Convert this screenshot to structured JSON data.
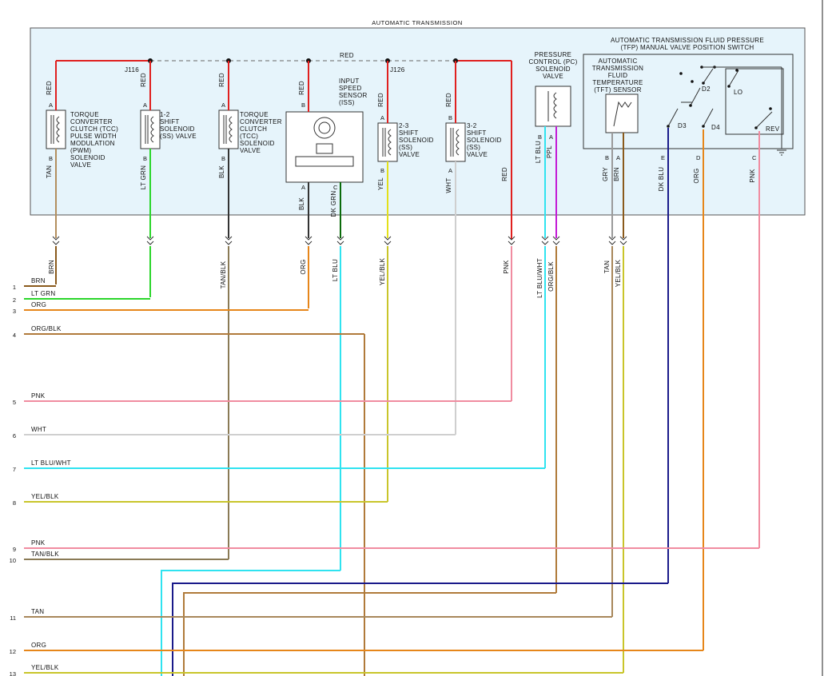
{
  "module_title": "AUTOMATIC TRANSMISSION",
  "bus": {
    "label": "RED",
    "splice_left": "J116",
    "splice_right": "J126"
  },
  "components": {
    "tcc_pwm": [
      "TORQUE",
      "CONVERTER",
      "CLUTCH (TCC)",
      "PULSE WIDTH",
      "MODULATION",
      "(PWM)",
      "SOLENOID",
      "VALVE"
    ],
    "ss12": [
      "1-2",
      "SHIFT",
      "SOLENOID",
      "(SS) VALVE"
    ],
    "tcc": [
      "TORQUE",
      "CONVERTER",
      "CLUTCH",
      "(TCC)",
      "SOLENOID",
      "VALVE"
    ],
    "iss": [
      "INPUT",
      "SPEED",
      "SENSOR",
      "(ISS)"
    ],
    "ss23": [
      "2-3",
      "SHIFT",
      "SOLENOID",
      "(SS)",
      "VALVE"
    ],
    "ss32": [
      "3-2",
      "SHIFT",
      "SOLENOID",
      "(SS)",
      "VALVE"
    ],
    "pc": [
      "PRESSURE",
      "CONTROL (PC)",
      "SOLENOID",
      "VALVE"
    ],
    "tfp": [
      "AUTOMATIC TRANSMISSION FLUID PRESSURE",
      "(TFP) MANUAL VALVE POSITION SWITCH"
    ],
    "tft": [
      "AUTOMATIC",
      "TRANSMISSION",
      "FLUID",
      "TEMPERATURE",
      "(TFT) SENSOR"
    ],
    "switch_labels": [
      "D2",
      "LO",
      "D3",
      "D4",
      "REV"
    ]
  },
  "internal_wires": [
    {
      "color": "RED",
      "hex": "#e0201f",
      "pin": "A"
    },
    {
      "color": "TAN",
      "hex": "#b38f5e",
      "pin": "B"
    },
    {
      "color": "RED",
      "hex": "#e0201f",
      "pin": "A"
    },
    {
      "color": "LT GRN",
      "hex": "#2bd62b",
      "pin": "B"
    },
    {
      "color": "RED",
      "hex": "#e0201f",
      "pin": "A"
    },
    {
      "color": "BLK",
      "hex": "#333333",
      "pin": "B"
    },
    {
      "color": "RED",
      "hex": "#e0201f",
      "pin": "B"
    },
    {
      "color": "BLK",
      "hex": "#333333",
      "pin": "A"
    },
    {
      "color": "DK GRN",
      "hex": "#0b6b0b",
      "pin": "C"
    },
    {
      "color": "RED",
      "hex": "#e0201f",
      "pin": "A"
    },
    {
      "color": "YEL",
      "hex": "#e3e01a",
      "pin": "B"
    },
    {
      "color": "RED",
      "hex": "#e0201f",
      "pin": "B"
    },
    {
      "color": "WHT",
      "hex": "#cfcfcf",
      "pin": "A"
    },
    {
      "color": "RED",
      "hex": "#e0201f",
      "pin": ""
    },
    {
      "color": "LT BLU",
      "hex": "#2fe3f0",
      "pin": "B"
    },
    {
      "color": "PPL",
      "hex": "#c21ad6",
      "pin": "A"
    },
    {
      "color": "GRY",
      "hex": "#9a9a9a",
      "pin": "B"
    },
    {
      "color": "BRN",
      "hex": "#8a5a1c",
      "pin": "A"
    },
    {
      "color": "DK BLU",
      "hex": "#1a1a8a",
      "pin": "E"
    },
    {
      "color": "ORG",
      "hex": "#e6861a",
      "pin": "D"
    },
    {
      "color": "PNK",
      "hex": "#f08ca0",
      "pin": "C"
    }
  ],
  "harness_labels": [
    "BRN",
    "TAN/BLK",
    "ORG",
    "LT BLU",
    "YEL/BLK",
    "PNK",
    "LT BLU/WHT",
    "ORG/BLK",
    "TAN",
    "YEL/BLK"
  ],
  "output_lines": [
    {
      "num": "1",
      "label": "BRN",
      "hex": "#8a5a1c"
    },
    {
      "num": "2",
      "label": "LT GRN",
      "hex": "#2bd62b"
    },
    {
      "num": "3",
      "label": "ORG",
      "hex": "#e6861a"
    },
    {
      "num": "4",
      "label": "ORG/BLK",
      "hex": "#b07a3a"
    },
    {
      "num": "5",
      "label": "PNK",
      "hex": "#f08ca0"
    },
    {
      "num": "6",
      "label": "WHT",
      "hex": "#cfcfcf"
    },
    {
      "num": "7",
      "label": "LT BLU/WHT",
      "hex": "#2fe3f0"
    },
    {
      "num": "8",
      "label": "YEL/BLK",
      "hex": "#c9c52a"
    },
    {
      "num": "9",
      "label": "PNK",
      "hex": "#f08ca0"
    },
    {
      "num": "10",
      "label": "TAN/BLK",
      "hex": "#8a7a55"
    },
    {
      "num": "11",
      "label": "TAN",
      "hex": "#a8875a"
    },
    {
      "num": "12",
      "label": "ORG",
      "hex": "#e6861a"
    },
    {
      "num": "13",
      "label": "YEL/BLK",
      "hex": "#c9c52a"
    }
  ]
}
